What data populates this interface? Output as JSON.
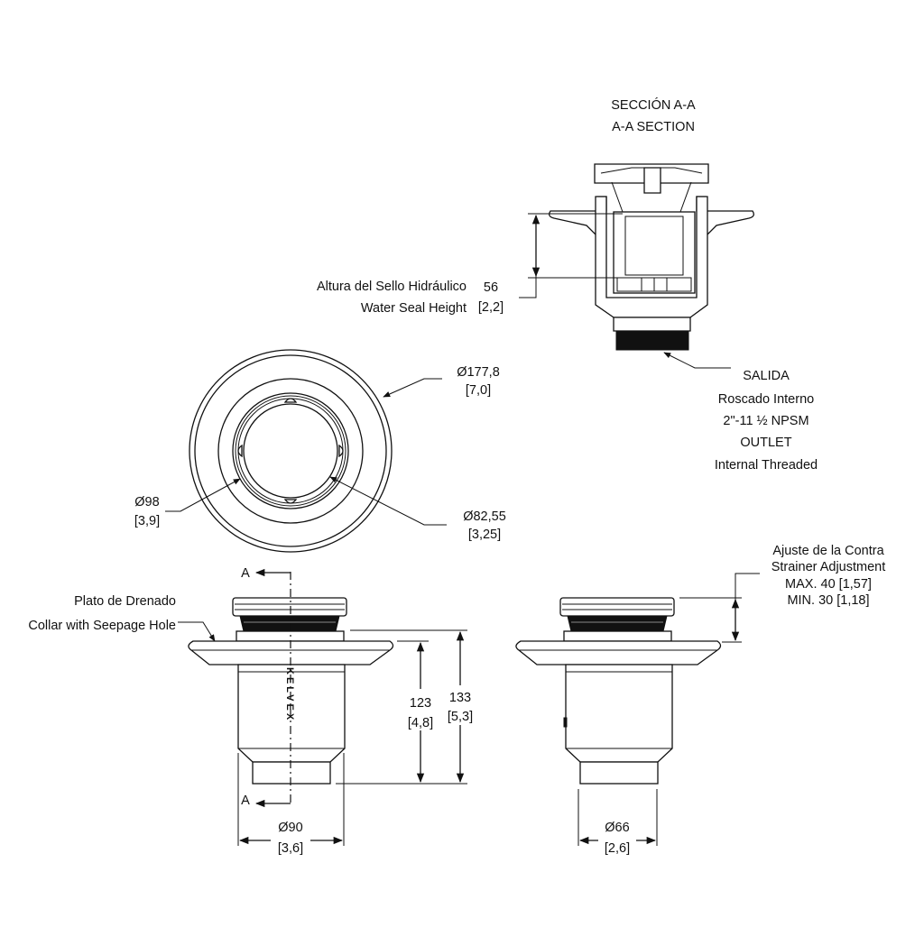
{
  "section": {
    "title_es": "SECCIÓN A-A",
    "title_en": "A-A SECTION",
    "seal_label_es": "Altura del Sello Hidráulico",
    "seal_label_en": "Water Seal Height",
    "seal_mm": "56",
    "seal_in": "[2,2]",
    "outlet": [
      "SALIDA",
      "Roscado Interno",
      "2\"-11 ½ NPSM",
      "OUTLET",
      "Internal Threaded"
    ]
  },
  "top_view": {
    "outer_dia_mm": "Ø177,8",
    "outer_dia_in": "[7,0]",
    "mid_dia_mm": "Ø98",
    "mid_dia_in": "[3,9]",
    "inner_dia_mm": "Ø82,55",
    "inner_dia_in": "[3,25]"
  },
  "front_view": {
    "collar_es": "Plato de Drenado",
    "collar_en": "Collar with Seepage Hole",
    "section_mark": "A",
    "brand": "KELVEX",
    "height1_mm": "123",
    "height1_in": "[4,8]",
    "height2_mm": "133",
    "height2_in": "[5,3]",
    "dia_mm": "Ø90",
    "dia_in": "[3,6]"
  },
  "side_view": {
    "adjust": [
      "Ajuste de la Contra",
      "Strainer Adjustment",
      "MAX. 40 [1,57]",
      "MIN. 30 [1,18]"
    ],
    "dia_mm": "Ø66",
    "dia_in": "[2,6]"
  }
}
